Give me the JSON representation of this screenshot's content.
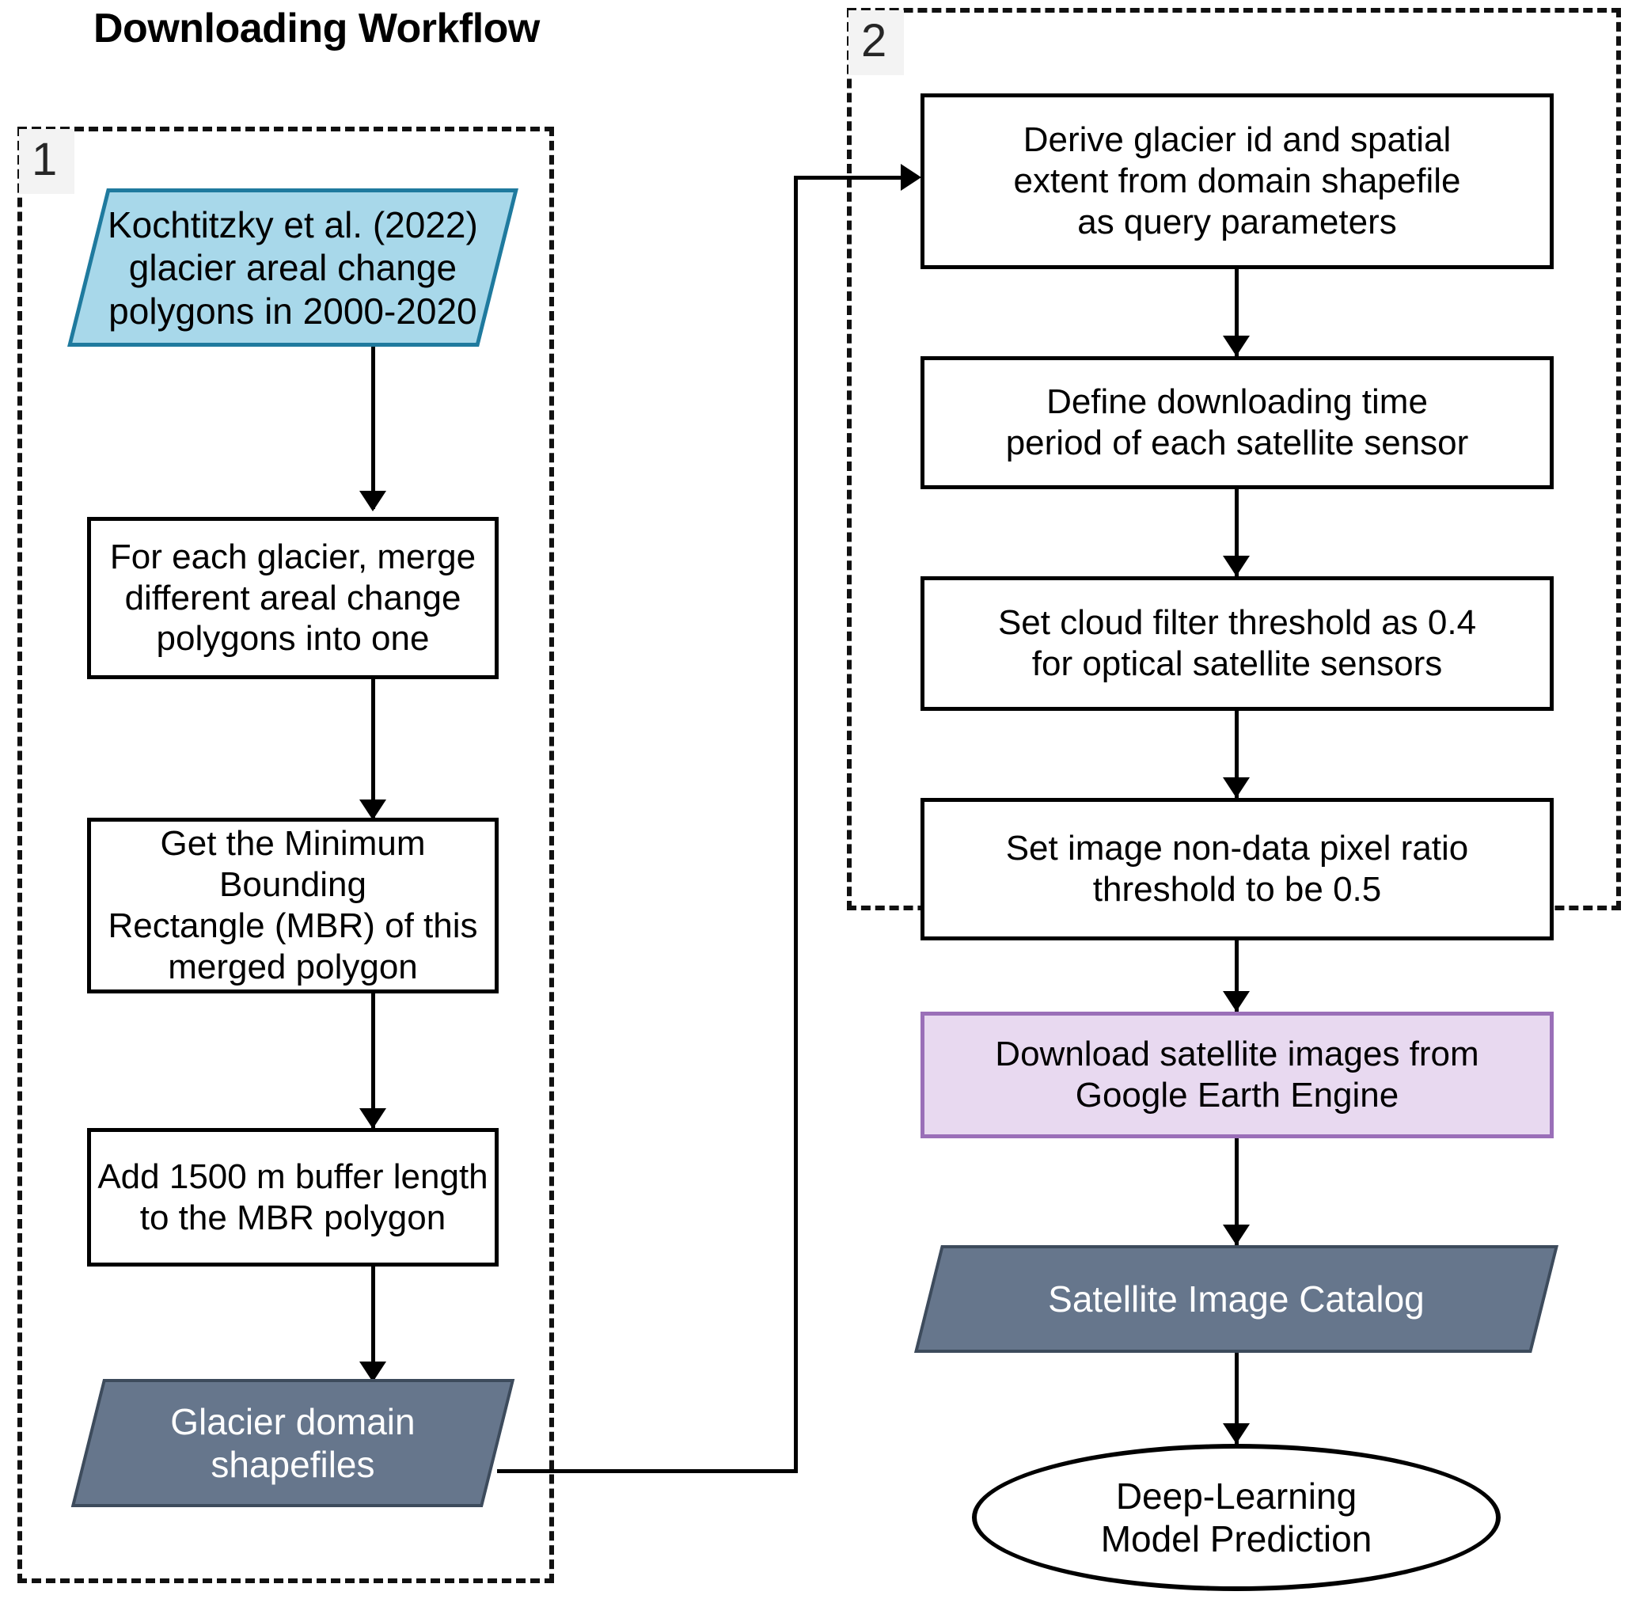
{
  "figure": {
    "title": "Downloading Workflow"
  },
  "groups": [
    {
      "id": "1",
      "badge": "1"
    },
    {
      "id": "2",
      "badge": "2"
    }
  ],
  "nodes": {
    "input_polygons": {
      "label": "Kochtitzky et al. (2022)\nglacier areal change\npolygons in 2000-2020",
      "shape": "parallelogram",
      "fill": "#a8d8ea",
      "stroke": "#1f7a9e"
    },
    "merge_polygons": {
      "label": "For each glacier, merge\ndifferent areal change\npolygons into one",
      "shape": "rectangle",
      "fill": "#ffffff",
      "stroke": "#000000"
    },
    "get_mbr": {
      "label": "Get the Minimum Bounding\nRectangle (MBR) of this\nmerged polygon",
      "shape": "rectangle",
      "fill": "#ffffff",
      "stroke": "#000000"
    },
    "add_buffer": {
      "label": "Add 1500 m buffer length\nto the MBR polygon",
      "shape": "rectangle",
      "fill": "#ffffff",
      "stroke": "#000000"
    },
    "domain_shapefiles": {
      "label": "Glacier domain\nshapefiles",
      "shape": "parallelogram",
      "fill": "#66768c",
      "stroke": "#3d4b5c"
    },
    "derive_query": {
      "label": "Derive glacier id and spatial\nextent from domain shapefile\nas query parameters",
      "shape": "rectangle",
      "fill": "#ffffff",
      "stroke": "#000000"
    },
    "define_period": {
      "label": "Define downloading time\nperiod of each satellite sensor",
      "shape": "rectangle",
      "fill": "#ffffff",
      "stroke": "#000000"
    },
    "cloud_threshold": {
      "label": "Set cloud filter threshold as 0.4\nfor optical satellite sensors",
      "shape": "rectangle",
      "fill": "#ffffff",
      "stroke": "#000000"
    },
    "nodata_threshold": {
      "label": "Set image non-data pixel ratio\nthreshold to be 0.5",
      "shape": "rectangle",
      "fill": "#ffffff",
      "stroke": "#000000"
    },
    "download_gee": {
      "label": "Download satellite images from\nGoogle Earth Engine",
      "shape": "rectangle",
      "fill": "#e8d9f0",
      "stroke": "#9a6fb8"
    },
    "image_catalog": {
      "label": "Satellite Image Catalog",
      "shape": "parallelogram",
      "fill": "#66768c",
      "stroke": "#3d4b5c"
    },
    "model_prediction": {
      "label": "Deep-Learning\nModel Prediction",
      "shape": "ellipse",
      "fill": "#ffffff",
      "stroke": "#000000"
    }
  },
  "edges": [
    {
      "from": "input_polygons",
      "to": "merge_polygons"
    },
    {
      "from": "merge_polygons",
      "to": "get_mbr"
    },
    {
      "from": "get_mbr",
      "to": "add_buffer"
    },
    {
      "from": "add_buffer",
      "to": "domain_shapefiles"
    },
    {
      "from": "domain_shapefiles",
      "to": "derive_query"
    },
    {
      "from": "derive_query",
      "to": "define_period"
    },
    {
      "from": "define_period",
      "to": "cloud_threshold"
    },
    {
      "from": "cloud_threshold",
      "to": "nodata_threshold"
    },
    {
      "from": "nodata_threshold",
      "to": "download_gee"
    },
    {
      "from": "download_gee",
      "to": "image_catalog"
    },
    {
      "from": "image_catalog",
      "to": "model_prediction"
    }
  ],
  "colors": {
    "input_blue_fill": "#a8d8ea",
    "input_blue_stroke": "#1f7a9e",
    "data_slate_fill": "#66768c",
    "data_slate_stroke": "#3d4b5c",
    "highlight_purple_fill": "#e8d9f0",
    "highlight_purple_stroke": "#9a6fb8",
    "badge_bg": "#f3f3f3",
    "line": "#000000"
  }
}
